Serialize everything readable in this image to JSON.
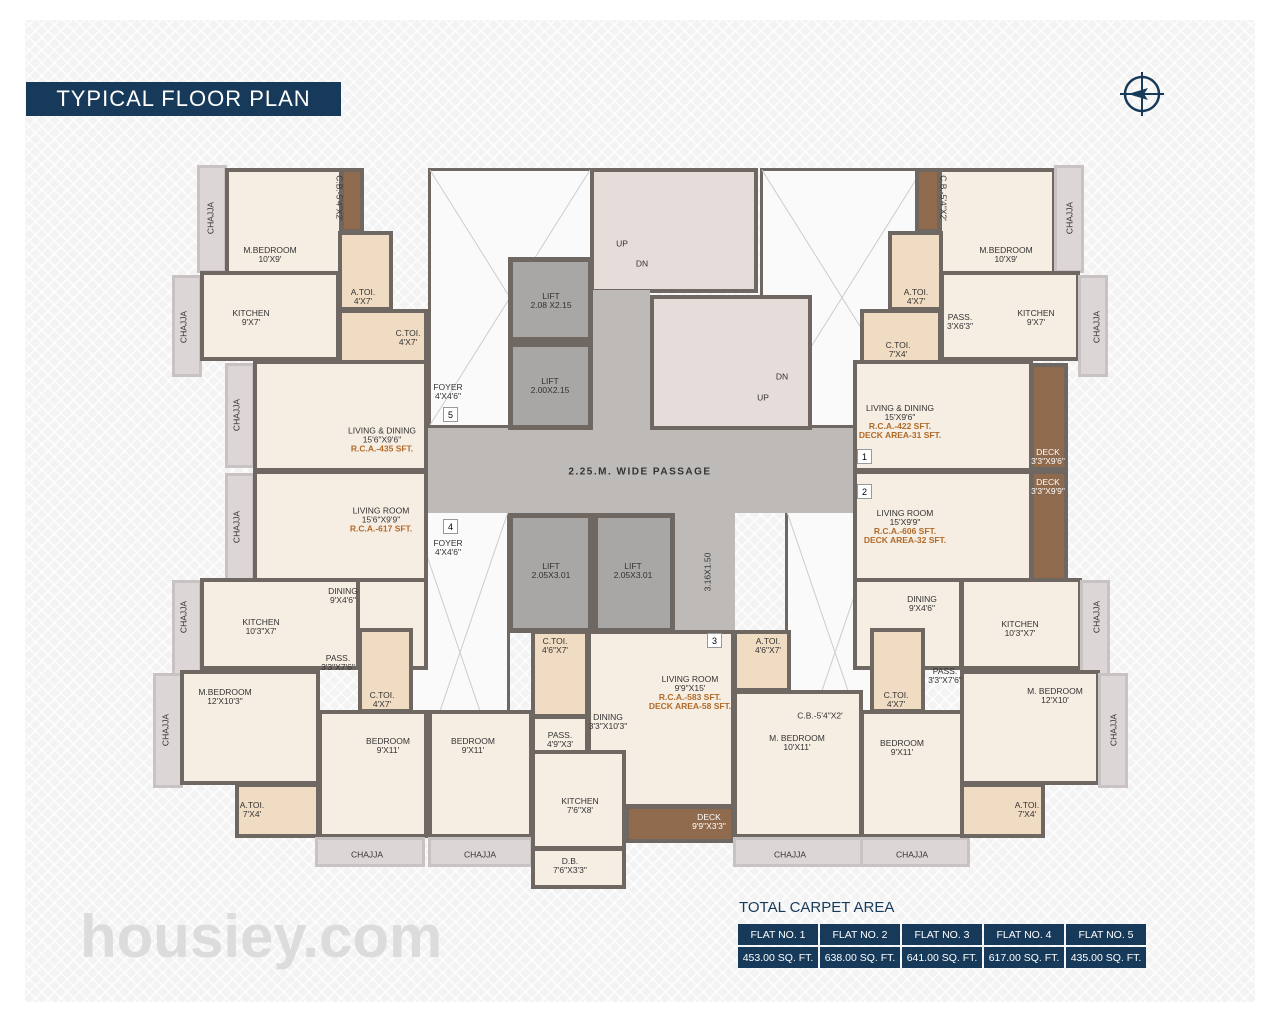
{
  "title": "TYPICAL FLOOR PLAN",
  "north_icon": "compass-north-icon",
  "watermark": "housiey.com",
  "labels": {
    "chajja": "CHAJJA"
  },
  "flat_5": {
    "number": "5",
    "rooms": [
      {
        "name": "M.BEDROOM",
        "size": "10'X9'"
      },
      {
        "name": "C.B.-5'4\"X2'"
      },
      {
        "name": "A.TOI.",
        "size": "4'X7'"
      },
      {
        "name": "KITCHEN",
        "size": "9'X7'"
      },
      {
        "name": "C.TOI.",
        "size": "4'X7'"
      },
      {
        "name": "FOYER",
        "size": "4'X4'6\""
      },
      {
        "name": "LIVING & DINING",
        "size": "15'6\"X9'6\"",
        "rca": "R.C.A.-435 SFT."
      }
    ]
  },
  "flat_4": {
    "number": "4",
    "rooms": [
      {
        "name": "LIVING ROOM",
        "size": "15'6\"X9'9\"",
        "rca": "R.C.A.-617 SFT."
      },
      {
        "name": "FOYER",
        "size": "4'X4'6\""
      },
      {
        "name": "DINING",
        "size": "9'X4'6\""
      },
      {
        "name": "KITCHEN",
        "size": "10'3\"X7'"
      },
      {
        "name": "PASS.",
        "size": "3'3\"X7'6\""
      },
      {
        "name": "C.TOI.",
        "size": "4'X7'"
      },
      {
        "name": "M.BEDROOM",
        "size": "12'X10'3\""
      },
      {
        "name": "A.TOI.",
        "size": "7'X4'"
      },
      {
        "name": "BEDROOM",
        "size": "9'X11'"
      }
    ]
  },
  "flat_3": {
    "number": "3",
    "rooms": [
      {
        "name": "C.TOI.",
        "size": "4'6\"X7'"
      },
      {
        "name": "LIVING ROOM",
        "size": "9'9\"X15'",
        "rca": "R.C.A.-583 SFT.",
        "deck": "DECK AREA-58 SFT."
      },
      {
        "name": "DINING",
        "size": "3'3\"X10'3\""
      },
      {
        "name": "PASS.",
        "size": "4'9\"X3'"
      },
      {
        "name": "KITCHEN",
        "size": "7'6\"X8'"
      },
      {
        "name": "D.B.",
        "size": "7'6\"X3'3\""
      },
      {
        "name": "DECK",
        "size": "9'9\"X3'3\""
      },
      {
        "name": "A.TOI.",
        "size": "4'6\"X7'"
      },
      {
        "name": "C.B.-5'4\"X2'"
      },
      {
        "name": "M. BEDROOM",
        "size": "10'X11'"
      },
      {
        "name": "BEDROOM",
        "size": "9'X11'"
      }
    ]
  },
  "flat_2": {
    "number": "2",
    "rooms": [
      {
        "name": "LIVING ROOM",
        "size": "15'X9'9\"",
        "rca": "R.C.A.-606 SFT.",
        "deck": "DECK AREA-32 SFT."
      },
      {
        "name": "DECK",
        "size": "3'3\"X9'9\""
      },
      {
        "name": "DINING",
        "size": "9'X4'6\""
      },
      {
        "name": "KITCHEN",
        "size": "10'3\"X7'"
      },
      {
        "name": "PASS.",
        "size": "3'3\"X7'6\""
      },
      {
        "name": "C.TOI.",
        "size": "4'X7'"
      },
      {
        "name": "BEDROOM",
        "size": "9'X11'"
      },
      {
        "name": "M. BEDROOM",
        "size": "12'X10'"
      },
      {
        "name": "A.TOI.",
        "size": "7'X4'"
      }
    ]
  },
  "flat_1": {
    "number": "1",
    "rooms": [
      {
        "name": "C.B.-5'4\"X2'"
      },
      {
        "name": "M.BEDROOM",
        "size": "10'X9'"
      },
      {
        "name": "A.TOI.",
        "size": "4'X7'"
      },
      {
        "name": "PASS.",
        "size": "3'X6'3\""
      },
      {
        "name": "KITCHEN",
        "size": "9'X7'"
      },
      {
        "name": "C.TOI.",
        "size": "7'X4'"
      },
      {
        "name": "LIVING & DINING",
        "size": "15'X9'6\"",
        "rca": "R.C.A.-422 SFT.",
        "deck": "DECK AREA-31 SFT."
      },
      {
        "name": "DECK",
        "size": "3'3\"X9'6\""
      }
    ]
  },
  "core": {
    "up": "UP",
    "dn": "DN",
    "lifts": [
      {
        "name": "LIFT",
        "size": "2.08 X2.15"
      },
      {
        "name": "LIFT",
        "size": "2.00X2.15"
      },
      {
        "name": "LIFT",
        "size": "2.05X3.01"
      },
      {
        "name": "LIFT",
        "size": "2.05X3.01"
      }
    ],
    "passage": "2.25.M. WIDE PASSAGE",
    "shaft": "3.16X1.50"
  },
  "carpet_area": {
    "title": "TOTAL CARPET AREA",
    "headers": [
      "FLAT NO. 1",
      "FLAT NO. 2",
      "FLAT NO. 3",
      "FLAT NO. 4",
      "FLAT NO. 5"
    ],
    "values": [
      "453.00 SQ. FT.",
      "638.00 SQ. FT.",
      "641.00 SQ. FT.",
      "617.00 SQ. FT.",
      "435.00 SQ. FT."
    ]
  }
}
